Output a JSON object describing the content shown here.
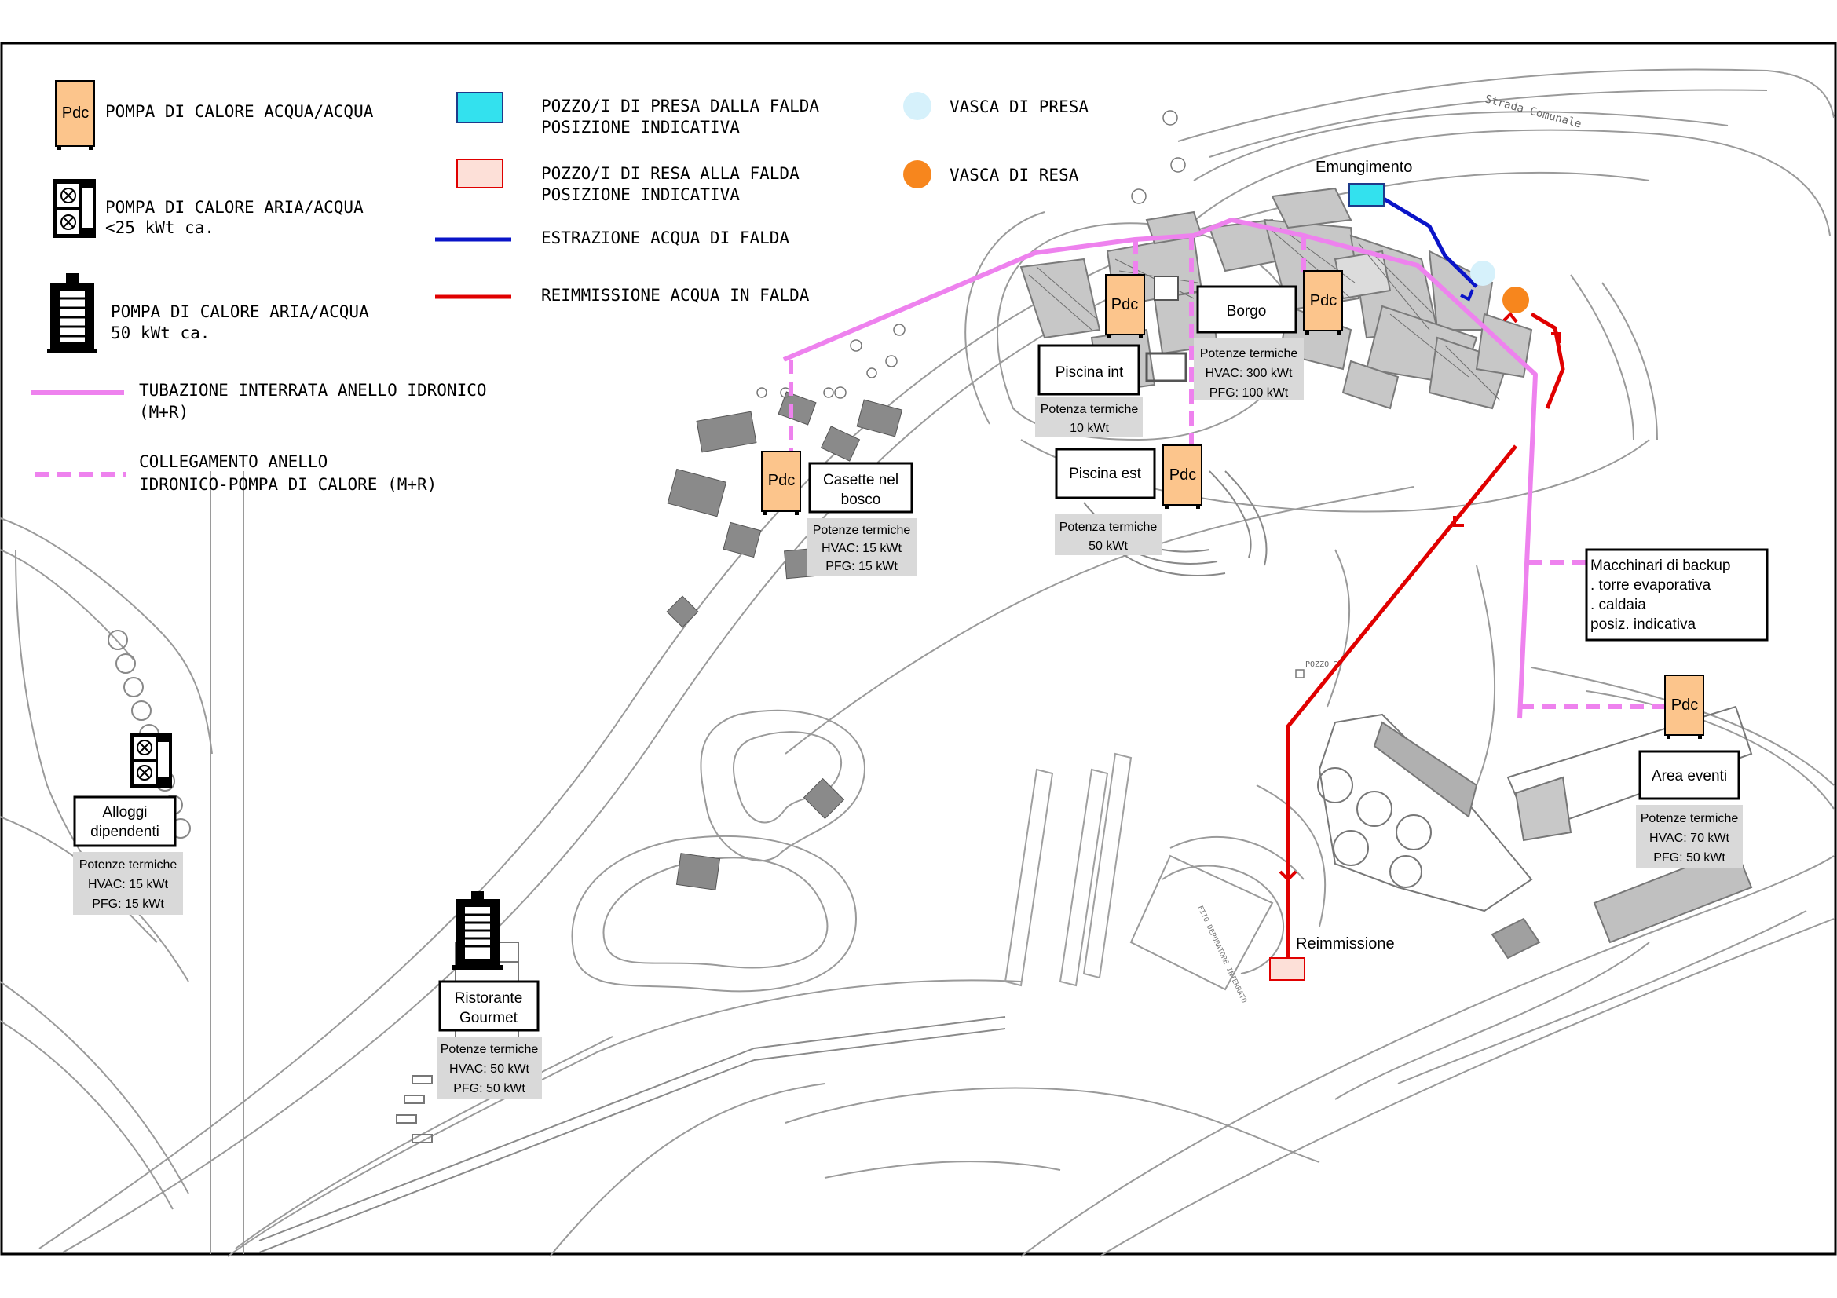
{
  "road_label": "Strada Comunale",
  "well_label": "POZZO 2",
  "depurator_label": "FITO DEPURATORE INTERRATO",
  "legend": {
    "pdc_ww": {
      "symbol": "Pdc",
      "label": "POMPA DI CALORE ACQUA/ACQUA"
    },
    "pdc_aw_small": {
      "line1": "POMPA DI CALORE ARIA/ACQUA",
      "line2": "<25 kWt ca."
    },
    "pdc_aw_large": {
      "line1": "POMPA DI CALORE ARIA/ACQUA",
      "line2": "50 kWt ca."
    },
    "pipe_buried": {
      "line1": "TUBAZIONE INTERRATA ANELLO IDRONICO",
      "line2": "(M+R)"
    },
    "pipe_link": {
      "line1": "COLLEGAMENTO ANELLO",
      "line2": "IDRONICO-POMPA DI CALORE (M+R)"
    },
    "intake_well": {
      "line1": "POZZO/I DI PRESA DALLA FALDA",
      "line2": "POSIZIONE INDICATIVA"
    },
    "return_well": {
      "line1": "POZZO/I DI RESA ALLA FALDA",
      "line2": "POSIZIONE INDICATIVA"
    },
    "extraction": {
      "label": "ESTRAZIONE ACQUA DI FALDA"
    },
    "reinjection": {
      "label": "REIMMISSIONE ACQUA IN FALDA"
    },
    "intake_tank": {
      "label": "VASCA DI PRESA"
    },
    "return_tank": {
      "label": "VASCA DI RESA"
    }
  },
  "colors": {
    "ring": "#ee82ee",
    "extraction": "#0a14c8",
    "reinjection": "#e00000",
    "pdc_fill": "#fcc58c",
    "intake_well": "#33e1ee",
    "return_well": "#fde0d8",
    "intake_tank": "#d6f1fb",
    "return_tank": "#f7861d",
    "info_bg": "#d9d9d9",
    "buildings": "#808080"
  },
  "pdc_symbol": "Pdc",
  "labels": {
    "emungimento": "Emungimento",
    "reimmissione": "Reimmissione"
  },
  "sites": {
    "casette": {
      "name_line1": "Casette nel",
      "name_line2": "bosco",
      "info": [
        "Potenze termiche",
        "HVAC: 15 kWt",
        "PFG: 15 kWt"
      ]
    },
    "piscina_int": {
      "name": "Piscina int",
      "info": [
        "Potenza termiche",
        "10 kWt"
      ]
    },
    "borgo": {
      "name": "Borgo",
      "info": [
        "Potenze termiche",
        "HVAC: 300 kWt",
        "PFG: 100 kWt"
      ]
    },
    "piscina_est": {
      "name": "Piscina est",
      "info": [
        "Potenza termiche",
        "50 kWt"
      ]
    },
    "area_eventi": {
      "name": "Area eventi",
      "info": [
        "Potenze termiche",
        "HVAC: 70 kWt",
        "PFG: 50 kWt"
      ]
    },
    "alloggi": {
      "name_line1": "Alloggi",
      "name_line2": "dipendenti",
      "info": [
        "Potenze termiche",
        "HVAC: 15 kWt",
        "PFG: 15 kWt"
      ]
    },
    "ristorante": {
      "name_line1": "Ristorante",
      "name_line2": "Gourmet",
      "info": [
        "Potenze termiche",
        "HVAC: 50 kWt",
        "PFG: 50 kWt"
      ]
    }
  },
  "backup": {
    "lines": [
      "Macchinari di backup",
      ". torre evaporativa",
      ". caldaia",
      "posiz. indicativa"
    ]
  }
}
